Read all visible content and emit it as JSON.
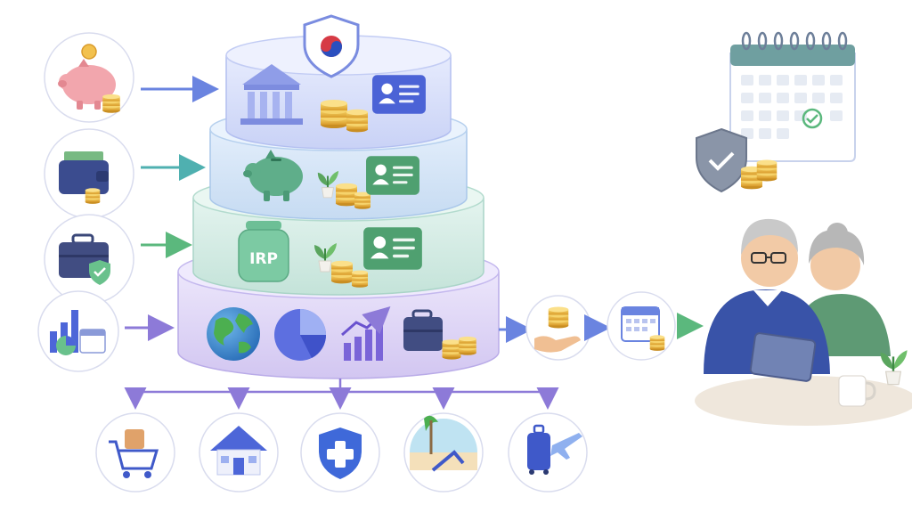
{
  "diagram": {
    "pension_tiers": [
      {
        "tier": 1,
        "icons": [
          "shield-taegeuk-icon",
          "bank-building-icon",
          "coin-stack-icon",
          "id-card-icon"
        ]
      },
      {
        "tier": 2,
        "icons": [
          "piggy-bank-icon",
          "potted-plant-icon",
          "coin-stack-icon",
          "id-card-icon"
        ]
      },
      {
        "tier": 3,
        "label": "IRP",
        "icons": [
          "irp-jar-icon",
          "potted-plant-icon",
          "coin-stack-icon",
          "id-card-icon"
        ]
      },
      {
        "tier": 4,
        "icons": [
          "globe-icon",
          "pie-chart-icon",
          "growth-chart-icon",
          "briefcase-coins-icon"
        ]
      }
    ],
    "inputs": [
      "piggy-bank-coin-icon",
      "wallet-cash-icon",
      "briefcase-shield-icon",
      "bar-chart-calendar-icon"
    ],
    "payout_flow": [
      "coins-on-hand-icon",
      "calendar-coins-icon",
      "retired-couple-illustration"
    ],
    "spending_uses": [
      "shopping-cart-icon",
      "house-icon",
      "health-shield-icon",
      "beach-chair-icon",
      "travel-luggage-plane-icon"
    ],
    "security_badge": [
      "calendar-check-icon",
      "shield-check-icon",
      "coin-stack-icon"
    ],
    "colors": {
      "tier1": "#d3daf7",
      "tier2": "#cfe2f4",
      "tier3": "#d4ece6",
      "tier4": "#ddd3f3",
      "arrow_blue": "#6a84e0",
      "arrow_teal": "#4fb0b0",
      "arrow_green": "#5bb87d",
      "arrow_purple": "#8d7ad8",
      "coin": "#e9b640",
      "card_blue": "#4b63d6",
      "card_green": "#4fa070"
    }
  }
}
